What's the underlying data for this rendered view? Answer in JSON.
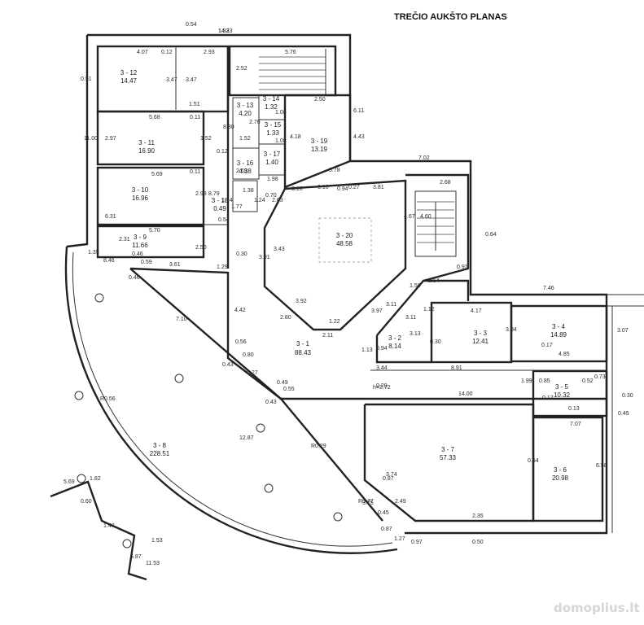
{
  "title": "TREČIO AUKŠTO PLANAS",
  "watermark": "domoplius.lt",
  "rooms": [
    {
      "id": "3 - 1",
      "area": "88.43"
    },
    {
      "id": "3 - 2",
      "area": "8.14"
    },
    {
      "id": "3 - 3",
      "area": "12.41"
    },
    {
      "id": "3 - 4",
      "area": "14.89"
    },
    {
      "id": "3 - 5",
      "area": "10.32"
    },
    {
      "id": "3 - 6",
      "area": "20.98"
    },
    {
      "id": "3 - 7",
      "area": "57.33"
    },
    {
      "id": "3 - 8",
      "area": "228.51"
    },
    {
      "id": "3 - 9",
      "area": "11.66"
    },
    {
      "id": "3 - 10",
      "area": "16.96"
    },
    {
      "id": "3 - 11",
      "area": "16.90"
    },
    {
      "id": "3 - 12",
      "area": "14.47"
    },
    {
      "id": "3 - 13",
      "area": "4.20"
    },
    {
      "id": "3 - 14",
      "area": "1.32"
    },
    {
      "id": "3 - 15",
      "area": "1.33"
    },
    {
      "id": "3 - 16",
      "area": "4.38"
    },
    {
      "id": "3 - 17",
      "area": "1.40"
    },
    {
      "id": "3 - 18",
      "area": "0.49"
    },
    {
      "id": "3 - 19",
      "area": "13.19"
    },
    {
      "id": "3 - 20",
      "area": "48.58"
    }
  ],
  "dimensions": [
    "14.23",
    "0.54",
    "4.07",
    "0.12",
    "2.93",
    "5.76",
    "0.51",
    "3.47",
    "3.47",
    "2.52",
    "1.51",
    "6.11",
    "11.00",
    "5.68",
    "0.11",
    "8.80",
    "2.97",
    "1.52",
    "1.52",
    "2.76",
    "1.08",
    "1.08",
    "0.12",
    "2.69",
    "1.38",
    "1.14",
    "1.98",
    "4.18",
    "4.43",
    "2.50",
    "7.02",
    "5.69",
    "0.11",
    "2.98",
    "8.79",
    "0.54",
    "0.78",
    "0.10",
    "0.94",
    "0.27",
    "3.81",
    "2.68",
    "6.31",
    "5.70",
    "1.77",
    "1.24",
    "2.63",
    "3.16",
    "0.70",
    "4.67",
    "4.60",
    "0.64",
    "2.31",
    "2.50",
    "1.29",
    "0.30",
    "3.91",
    "3.43",
    "0.91",
    "1.35",
    "8.46",
    "0.46",
    "0.59",
    "3.61",
    "0.46",
    "2.54",
    "1.50",
    "7.46",
    "3.92",
    "3.11",
    "4.42",
    "1.22",
    "2.80",
    "3.97",
    "1.12",
    "4.17",
    "7.10",
    "2.11",
    "3.11",
    "3.13",
    "3.04",
    "3.07",
    "0.56",
    "1.13",
    "0.94",
    "0.30",
    "0.17",
    "4.85",
    "0.43",
    "0.80",
    "0.27",
    "0.49",
    "0.55",
    "h=2.72",
    "3.44",
    "8.91",
    "0.73",
    "0.28",
    "14.00",
    "1.99",
    "0.85",
    "0.52",
    "0.30",
    "R0.56",
    "0.43",
    "0.17",
    "0.13",
    "3.75",
    "0.45",
    "12.87",
    "R0.29",
    "7.07",
    "3.74",
    "0.54",
    "6.58",
    "5.69",
    "1.82",
    "0.87",
    "0.60",
    "1.47",
    "R0.77",
    "0.45",
    "2.49",
    "2.35",
    "6.87",
    "1.53",
    "0.87",
    "1.27",
    "0.97",
    "0.50",
    "11.53",
    "1.83"
  ]
}
